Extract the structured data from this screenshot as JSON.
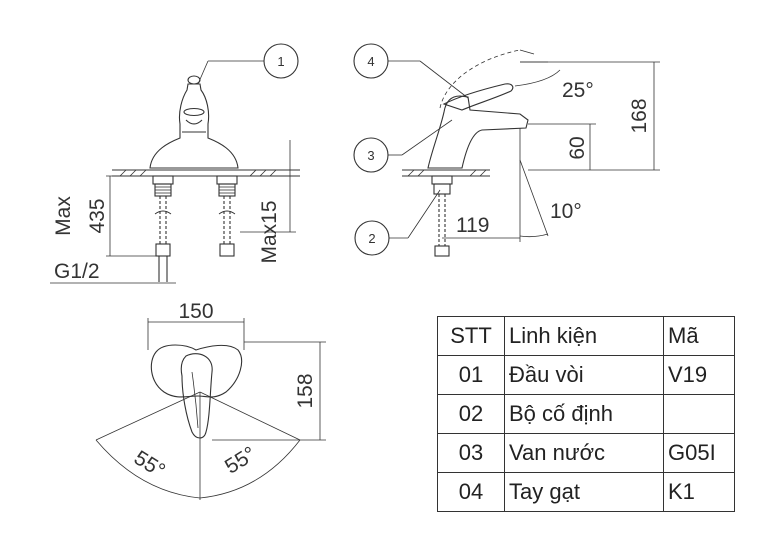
{
  "callouts": [
    "1",
    "2",
    "3",
    "4"
  ],
  "dimensions": {
    "front": {
      "max435_a": "Max",
      "max435_b": "435",
      "max15": "Max15",
      "thread": "G1/2"
    },
    "side": {
      "angle25": "25°",
      "h168": "168",
      "h60": "60",
      "d119": "119",
      "angle10": "10°"
    },
    "top": {
      "w150": "150",
      "h158": "158",
      "angle_left": "55°",
      "angle_right": "55°"
    }
  },
  "parts_table": {
    "headers": [
      "STT",
      "Linh kiện",
      "Mã"
    ],
    "rows": [
      [
        "01",
        "Đầu vòi",
        "V19"
      ],
      [
        "02",
        "Bộ cố định",
        ""
      ],
      [
        "03",
        "Van nước",
        "G05I"
      ],
      [
        "04",
        "Tay gạt",
        "K1"
      ]
    ]
  }
}
